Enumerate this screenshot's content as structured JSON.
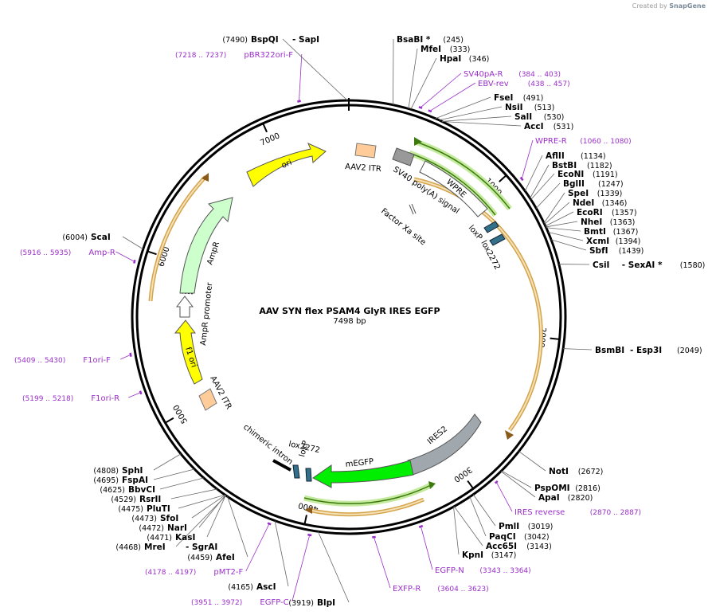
{
  "credit": {
    "prefix": "Created by",
    "brand": "SnapGene"
  },
  "map": {
    "title": "AAV SYN flex PSAM4 GlyR IRES EGFP",
    "length_label": "7498 bp",
    "total_bp": 7498
  },
  "ticks": [
    {
      "bp": 1000,
      "label": "1000"
    },
    {
      "bp": 2000,
      "label": "2000"
    },
    {
      "bp": 3000,
      "label": "3000"
    },
    {
      "bp": 4000,
      "label": "4000"
    },
    {
      "bp": 5000,
      "label": "5000"
    },
    {
      "bp": 6000,
      "label": "6000"
    },
    {
      "bp": 7000,
      "label": "7000"
    }
  ],
  "sites": [
    {
      "bp": 7490,
      "name": "BspQI",
      "extra": "- SapI",
      "pos": "(7490)"
    },
    {
      "bp": 245,
      "name": "BsaBI *",
      "pos": "(245)"
    },
    {
      "bp": 333,
      "name": "MfeI",
      "pos": "(333)"
    },
    {
      "bp": 346,
      "name": "HpaI",
      "pos": "(346)"
    },
    {
      "bp": 491,
      "name": "FseI",
      "pos": "(491)"
    },
    {
      "bp": 513,
      "name": "NsiI",
      "pos": "(513)"
    },
    {
      "bp": 530,
      "name": "SalI",
      "pos": "(530)"
    },
    {
      "bp": 531,
      "name": "AccI",
      "pos": "(531)"
    },
    {
      "bp": 1134,
      "name": "AflII",
      "pos": "(1134)"
    },
    {
      "bp": 1182,
      "name": "BstBI",
      "pos": "(1182)"
    },
    {
      "bp": 1191,
      "name": "EcoNI",
      "pos": "(1191)"
    },
    {
      "bp": 1247,
      "name": "BglII",
      "pos": "(1247)"
    },
    {
      "bp": 1339,
      "name": "SpeI",
      "pos": "(1339)"
    },
    {
      "bp": 1346,
      "name": "NdeI",
      "pos": "(1346)"
    },
    {
      "bp": 1357,
      "name": "EcoRI",
      "pos": "(1357)"
    },
    {
      "bp": 1363,
      "name": "NheI",
      "pos": "(1363)"
    },
    {
      "bp": 1367,
      "name": "BmtI",
      "pos": "(1367)"
    },
    {
      "bp": 1394,
      "name": "XcmI",
      "pos": "(1394)"
    },
    {
      "bp": 1439,
      "name": "SbfI",
      "pos": "(1439)"
    },
    {
      "bp": 1580,
      "name": "CsiI",
      "extra": "- SexAI *",
      "pos": "(1580)"
    },
    {
      "bp": 2049,
      "name": "BsmBI",
      "extra": "- Esp3I",
      "pos": "(2049)"
    },
    {
      "bp": 2672,
      "name": "NotI",
      "pos": "(2672)"
    },
    {
      "bp": 2816,
      "name": "PspOMI",
      "pos": "(2816)"
    },
    {
      "bp": 2820,
      "name": "ApaI",
      "pos": "(2820)"
    },
    {
      "bp": 3019,
      "name": "PmlI",
      "pos": "(3019)"
    },
    {
      "bp": 3042,
      "name": "PaqCI",
      "pos": "(3042)"
    },
    {
      "bp": 3143,
      "name": "Acc65I",
      "pos": "(3143)"
    },
    {
      "bp": 3147,
      "name": "KpnI",
      "pos": "(3147)"
    },
    {
      "bp": 3919,
      "name": "BlpI",
      "pos": "(3919)"
    },
    {
      "bp": 4165,
      "name": "AscI",
      "pos": "(4165)"
    },
    {
      "bp": 4459,
      "name": "AfeI",
      "pos": "(4459)"
    },
    {
      "bp": 4468,
      "name": "MreI",
      "extra": "- SgrAI",
      "pos": "(4468)"
    },
    {
      "bp": 4471,
      "name": "KasI",
      "pos": "(4471)"
    },
    {
      "bp": 4472,
      "name": "NarI",
      "pos": "(4472)"
    },
    {
      "bp": 4473,
      "name": "SfoI",
      "pos": "(4473)"
    },
    {
      "bp": 4475,
      "name": "PluTI",
      "pos": "(4475)"
    },
    {
      "bp": 4529,
      "name": "RsrII",
      "pos": "(4529)"
    },
    {
      "bp": 4625,
      "name": "BbvCI",
      "pos": "(4625)"
    },
    {
      "bp": 4695,
      "name": "FspAI",
      "pos": "(4695)"
    },
    {
      "bp": 4808,
      "name": "SphI",
      "pos": "(4808)"
    },
    {
      "bp": 6004,
      "name": "ScaI",
      "pos": "(6004)"
    }
  ],
  "primers": [
    {
      "start": 7218,
      "end": 7237,
      "name": "pBR322ori-F",
      "range": "(7218 .. 7237)"
    },
    {
      "start": 384,
      "end": 403,
      "name": "SV40pA-R",
      "range": "(384 .. 403)"
    },
    {
      "start": 438,
      "end": 457,
      "name": "EBV-rev",
      "range": "(438 .. 457)"
    },
    {
      "start": 1060,
      "end": 1080,
      "name": "WPRE-R",
      "range": "(1060 .. 1080)"
    },
    {
      "start": 2870,
      "end": 2887,
      "name": "IRES reverse",
      "range": "(2870 .. 2887)"
    },
    {
      "start": 3343,
      "end": 3364,
      "name": "EGFP-N",
      "range": "(3343 .. 3364)"
    },
    {
      "start": 3604,
      "end": 3623,
      "name": "EXFP-R",
      "range": "(3604 .. 3623)"
    },
    {
      "start": 3951,
      "end": 3972,
      "name": "EGFP-C",
      "range": "(3951 .. 3972)"
    },
    {
      "start": 4178,
      "end": 4197,
      "name": "pMT2-F",
      "range": "(4178 .. 4197)"
    },
    {
      "start": 5199,
      "end": 5218,
      "name": "F1ori-R",
      "range": "(5199 .. 5218)"
    },
    {
      "start": 5409,
      "end": 5430,
      "name": "F1ori-F",
      "range": "(5409 .. 5430)"
    },
    {
      "start": 5916,
      "end": 5935,
      "name": "Amp-R",
      "range": "(5916 .. 5935)"
    }
  ],
  "features": [
    {
      "name": "ori",
      "color": "#ffff00",
      "label": "ori"
    },
    {
      "name": "AmpR",
      "color": "#ccffcc",
      "label": "AmpR"
    },
    {
      "name": "AmpR promoter",
      "color": "#ffffff",
      "label": "AmpR promoter"
    },
    {
      "name": "f1 ori",
      "color": "#ffff00",
      "label": "f1 ori"
    },
    {
      "name": "AAV2 ITR (left)",
      "color": "#ffcc99",
      "label": "AAV2 ITR"
    },
    {
      "name": "AAV2 ITR (right)",
      "color": "#ffcc99",
      "label": "AAV2 ITR"
    },
    {
      "name": "SV40 poly(A) signal",
      "color": "#999999",
      "label": "SV40 poly(A) signal"
    },
    {
      "name": "WPRE",
      "color": "#ffffff",
      "label": "WPRE"
    },
    {
      "name": "Factor Xa site",
      "color": "#ffffff",
      "label": "Factor Xa site"
    },
    {
      "name": "loxP",
      "color": "#33708a",
      "label": "loxP"
    },
    {
      "name": "lox2272",
      "color": "#33708a",
      "label": "lox2272"
    },
    {
      "name": "IRES2",
      "color": "#a0a8ae",
      "label": "IRES2"
    },
    {
      "name": "mEGFP",
      "color": "#00ee00",
      "label": "mEGFP"
    },
    {
      "name": "chimeric intron",
      "color": "#000000",
      "label": "chimeric intron"
    },
    {
      "name": "lox2272 (lower)",
      "color": "#33708a",
      "label": "lox2272"
    },
    {
      "name": "loxP (lower)",
      "color": "#33708a",
      "label": "loxP"
    }
  ],
  "colors": {
    "backbone": "#000000",
    "primer": "#9a2fc9",
    "orf_outline": "#d4a54a",
    "orf_fill": "#f5e0b8",
    "green_track": "#a8dd7a"
  }
}
